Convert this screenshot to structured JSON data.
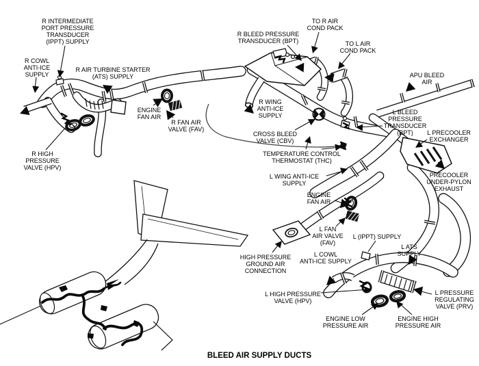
{
  "diagram": {
    "caption": "BLEED AIR SUPPLY DUCTS",
    "background": "#ffffff",
    "ink": "#000000"
  },
  "labels": {
    "r_ippt": {
      "lines": [
        "R INTERMEDIATE",
        "PORT PRESSURE",
        "TRANSDUCER",
        "(IPPT) SUPPLY"
      ]
    },
    "r_cowl": {
      "lines": [
        "R COWL",
        "ANTI-ICE",
        "SUPPLY"
      ]
    },
    "r_ats": {
      "lines": [
        "R AIR TURBINE STARTER",
        "(ATS) SUPPLY"
      ]
    },
    "engine_fan_r": {
      "lines": [
        "ENGINE",
        "FAN AIR"
      ]
    },
    "r_fav": {
      "lines": [
        "R FAN AIR",
        "VALVE (FAV)"
      ]
    },
    "r_hpv": {
      "lines": [
        "R HIGH",
        "PRESSURE",
        "VALVE (HPV)"
      ]
    },
    "r_bpt": {
      "lines": [
        "R BLEED PRESSURE",
        "TRANSDUCER (BPT)"
      ]
    },
    "to_r_pack": {
      "lines": [
        "TO  R AIR",
        "COND PACK"
      ]
    },
    "to_l_pack": {
      "lines": [
        "TO  L AIR",
        "COND PACK"
      ]
    },
    "r_wing": {
      "lines": [
        "R WING",
        "ANTI-ICE",
        "SUPPLY"
      ]
    },
    "cbv": {
      "lines": [
        "CROSS BLEED",
        "VALVE (CBV)"
      ]
    },
    "thc": {
      "lines": [
        "TEMPERATURE CONTROL",
        "THERMOSTAT (THC)"
      ]
    },
    "apu": {
      "lines": [
        "APU BLEED",
        "AIR"
      ]
    },
    "l_bpt": {
      "lines": [
        "L BLEED",
        "PRESSURE",
        "TRANSDUCER",
        "(BPT)"
      ]
    },
    "l_precooler": {
      "lines": [
        "L PRECOOLER",
        "EXCHANGER"
      ]
    },
    "pre_exhaust": {
      "lines": [
        "PRECOOLER",
        "UNDER-PYLON",
        "EXHAUST"
      ]
    },
    "l_wing": {
      "lines": [
        "L WING ANTI-ICE",
        "SUPPLY"
      ]
    },
    "engine_fan_l": {
      "lines": [
        "ENGINE",
        "FAN AIR"
      ]
    },
    "l_fav": {
      "lines": [
        "L FAN",
        "AIR VALVE",
        "(FAV)"
      ]
    },
    "ground_air": {
      "lines": [
        "HIGH PRESSURE",
        "GROUND AIR",
        "CONNECTION"
      ]
    },
    "l_ippt": {
      "lines": [
        "L (IPPT) SUPPLY"
      ]
    },
    "l_ats": {
      "lines": [
        "L ATS",
        "SUPPLY"
      ]
    },
    "l_cowl": {
      "lines": [
        "L COWL",
        "ANTI-ICE SUPPLY"
      ]
    },
    "l_hpv": {
      "lines": [
        "L HIGH PRESSURE",
        "VALVE (HPV)"
      ]
    },
    "engine_low": {
      "lines": [
        "ENGINE LOW",
        "PRESSURE AIR"
      ]
    },
    "engine_high": {
      "lines": [
        "ENGINE HIGH",
        "PRESSURE AIR"
      ]
    },
    "l_prv": {
      "lines": [
        "L PRESSURE",
        "REGULATING",
        "VALVE (PRV)"
      ]
    }
  }
}
